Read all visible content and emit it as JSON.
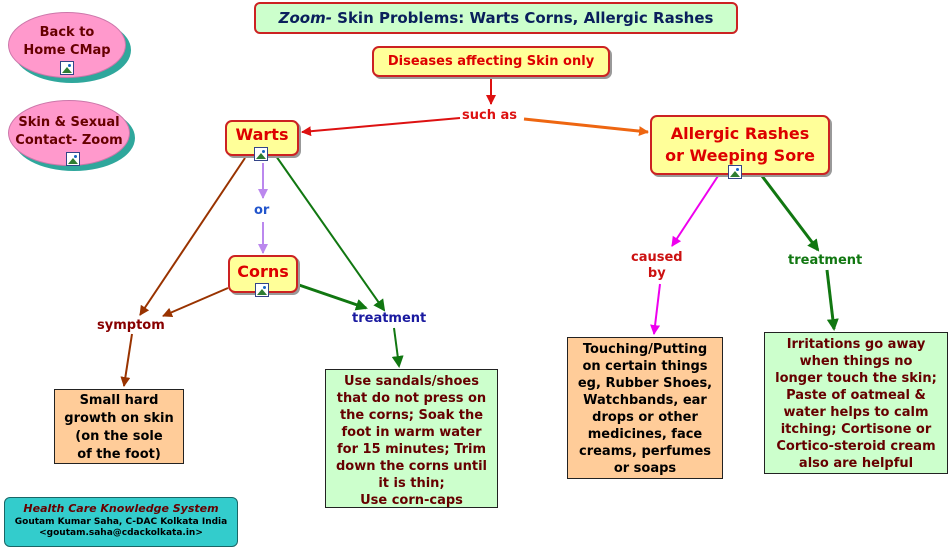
{
  "title": {
    "zoom": "Zoom-",
    "rest": " Skin Problems: Warts Corns, Allergic Rashes"
  },
  "nav": {
    "back_home": [
      "Back to",
      "Home CMap"
    ],
    "skin_sexual": [
      "Skin & Sexual",
      "Contact- Zoom"
    ]
  },
  "concepts": {
    "diseases": "Diseases affecting Skin only",
    "warts": "Warts",
    "corns": "Corns",
    "allergic": [
      "Allergic Rashes",
      "or Weeping Sore"
    ]
  },
  "links": {
    "such_as": "such as",
    "or": "or",
    "symptom": "symptom",
    "treatment_left": "treatment",
    "caused_by": [
      "caused",
      "by"
    ],
    "treatment_right": "treatment"
  },
  "details": {
    "symptom_box": [
      "Small hard",
      "growth on skin",
      "(on the sole",
      "of the foot)"
    ],
    "corn_treatment": [
      "Use sandals/shoes",
      "that do not press on",
      "the corns; Soak the",
      "foot in warm water",
      "for 15 minutes; Trim",
      "down the corns until",
      "it is thin;",
      "Use corn-caps"
    ],
    "causes": [
      "Touching/Putting",
      "on certain things",
      "eg, Rubber Shoes,",
      "Watchbands, ear",
      "drops or other",
      "medicines, face",
      "creams, perfumes",
      "or soaps"
    ],
    "rash_treatment": [
      "Irritations go away",
      "when things no",
      "longer touch the skin;",
      "Paste of oatmeal &",
      "water helps to calm",
      "itching;  Cortisone or",
      "Cortico-steroid cream",
      "also are helpful"
    ]
  },
  "footer": {
    "system": "Health Care Knowledge System",
    "author": "Goutam Kumar Saha, C-DAC Kolkata India",
    "email": "<goutam.saha@cdackolkata.in>"
  },
  "icons": [
    "cmap-link-icon",
    "image-resource-icon"
  ],
  "colors": {
    "red_arrow": "#dd1111",
    "orange_arrow": "#ee6611",
    "lilac_arrow": "#bb88ee",
    "brown_arrow": "#993300",
    "green_arrow": "#117711",
    "magenta_arrow": "#ee00ee",
    "label_blue": "#2255cc",
    "label_brown": "#880000"
  }
}
